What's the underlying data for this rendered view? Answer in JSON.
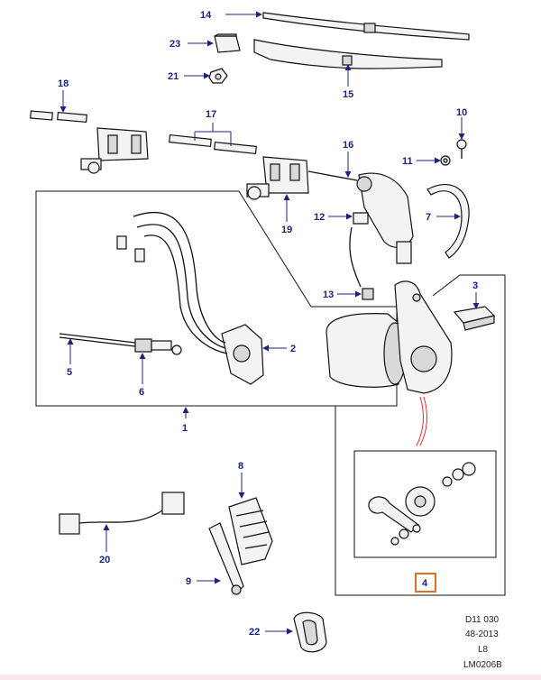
{
  "callouts": {
    "c1": "1",
    "c2": "2",
    "c3": "3",
    "c4": "4",
    "c5": "5",
    "c6": "6",
    "c7": "7",
    "c8": "8",
    "c9": "9",
    "c10": "10",
    "c11": "11",
    "c12": "12",
    "c13": "13",
    "c14": "14",
    "c15": "15",
    "c16": "16",
    "c17": "17",
    "c18": "18",
    "c19": "19",
    "c20": "20",
    "c21": "21",
    "c22": "22",
    "c23": "23"
  },
  "selected_callout": "4",
  "reference": {
    "code": "D11 030",
    "range": "48-2013",
    "level": "L8",
    "drawing": "LM0206B"
  },
  "colors": {
    "callout_text": "#1a237e",
    "highlight_border": "#e07020",
    "connector_red": "#e03030"
  }
}
